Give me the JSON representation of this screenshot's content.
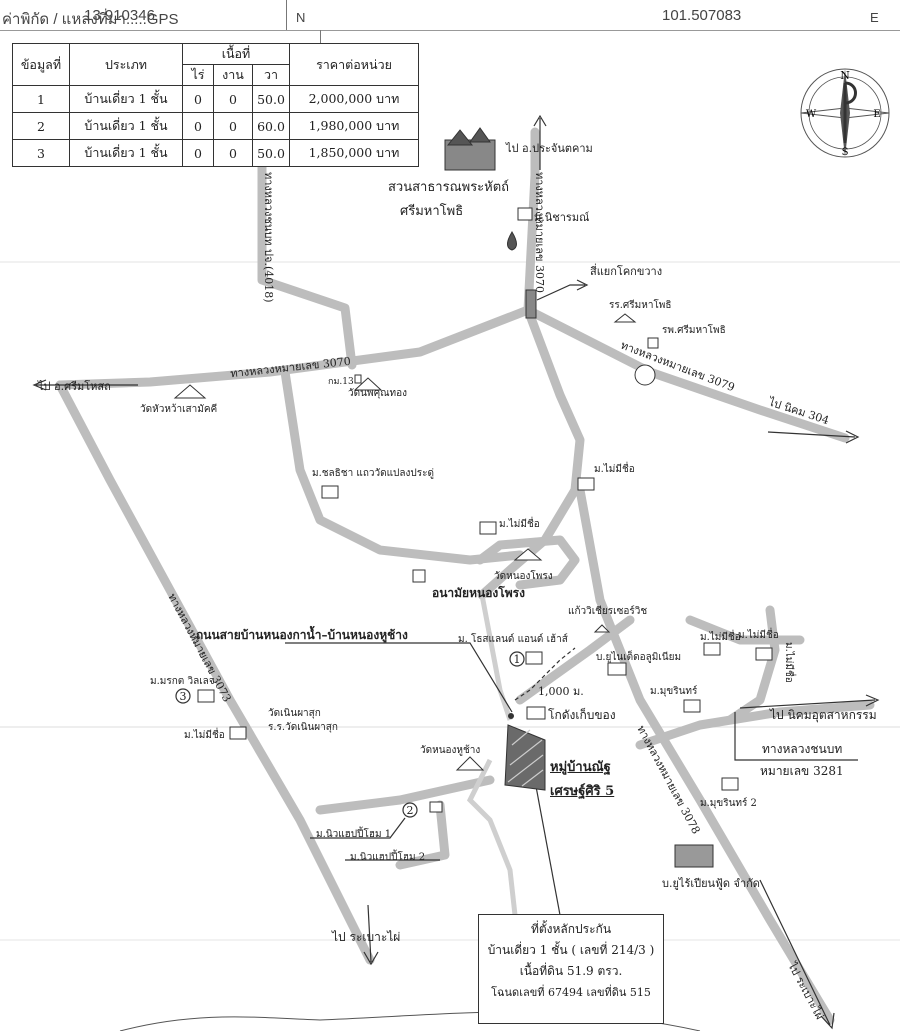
{
  "header": {
    "coord_label": "ค่าพิกัด / แหล่งที่มา.....GPS",
    "latitude": "13.910346",
    "lat_suffix": "N",
    "longitude": "101.507083",
    "lon_suffix": "E"
  },
  "table": {
    "headers": {
      "id": "ข้อมูลที่",
      "type": "ประเภท",
      "area": "เนื้อที่",
      "rai": "ไร่",
      "ngan": "งาน",
      "wa": "วา",
      "price": "ราคาต่อหน่วย"
    },
    "rows": [
      {
        "id": "1",
        "type": "บ้านเดี่ยว 1 ชั้น",
        "rai": "0",
        "ngan": "0",
        "wa": "50.0",
        "price": "2,000,000 บาท"
      },
      {
        "id": "2",
        "type": "บ้านเดี่ยว 1 ชั้น",
        "rai": "0",
        "ngan": "0",
        "wa": "60.0",
        "price": "1,980,000 บาท"
      },
      {
        "id": "3",
        "type": "บ้านเดี่ยว 1 ชั้น",
        "rai": "0",
        "ngan": "0",
        "wa": "50.0",
        "price": "1,850,000 บาท"
      }
    ]
  },
  "compass": {
    "n": "N",
    "s": "S",
    "e": "E",
    "w": "W"
  },
  "map": {
    "to_prachantakham": "ไป อ.ประจันตคาม",
    "park1": "สวนสาธารณพระหัตถ์",
    "park2": "ศรีมหาโพธิ",
    "hwy3070_vertical": "ทางหลวงหมายเลข 3070",
    "nitcharm": "ม.นิชารมณ์",
    "rural_road_4018": "ทางหลวงชนบท ปจ.(4018)",
    "junction": "สี่แยกโคกขวาง",
    "school_srimahaphot": "รร.ศรีมหาโพธิ",
    "hospital_srimahaphot": "รพ.ศรีมหาโพธิ",
    "hwy3079": "ทางหลวงหมายเลข 3079",
    "to_304": "ไป นิคม 304",
    "to_srimahosot": "ไป อ.ศรีมโหสถ",
    "hwy3070_horizontal": "ทางหลวงหมายเลข 3070",
    "km13": "กม.13",
    "wat_phonphutthong": "วัดนพคุณทอง",
    "wat_huawa": "วัดหัวหว้าเสามัคคี",
    "no_name_1": "ม.ไม่มีชื่อ",
    "cholthicha": "ม.ชลธิชา แถววัดแปลงประดู่",
    "no_name_2": "ม.ไม่มีชื่อ",
    "wat_nongphrong": "วัดหนองโพรง",
    "health_nongphrong": "อนามัยหนองโพรง",
    "road_nongkanam": "ถนนสายบ้านหนองกาน้ำ–บ้านหนองหูช้าง",
    "hwy3073": "ทางหลวงหมายเลข 3073",
    "kaew_wichian": "แก้ววิเชียรเซอร์วิช",
    "tobs_land": "ม. โธสแลนด์ แอนด์ เฮ้าส์",
    "aluminium": "บ.ยูไนเต็ดอลูมิเนียม",
    "distance": "1,000 ม.",
    "godown": "โกดังเก็บของ",
    "morakot": "ม.มรกต วิลเลจ",
    "wat_noen": "วัดเนินผาสุก",
    "school_noen": "ร.ร.วัดเนินผาสุก",
    "no_name_3": "ม.ไม่มีชื่อ",
    "wat_nonghuchang": "วัดหนองหูช้าง",
    "village_1": "หมู่บ้านณัฐ",
    "village_2": "เศรษฐ์ศิริ 5",
    "hwy3078": "ทางหลวงหมายเลข 3078",
    "no_name_4": "ม.ไม่มีชื่อ",
    "no_name_5": "ม.ไม่มีชื่อ",
    "no_name_6": "ม.ไม่มีชื่อ",
    "mukrin_1": "ม.มุขรินทร์",
    "mukrin_2": "ม.มุขรินทร์ 2",
    "to_industrial": "ไป นิคมอุตสาหกรรม",
    "rural_3281_1": "ทางหลวงชนบท",
    "rural_3281_2": "หมายเลข 3281",
    "newhappy_1": "ม.นิวแฮปปี้โฮม 1",
    "newhappy_2": "ม.นิวแฮปปี้โฮม 2",
    "uniphant": "บ.ยูไร้เปียนฟู้ด จำกัด",
    "to_rabaopai": "ไป ระเบาะไผ่",
    "to_rabaopai_2": "ไป ระเบาะไผ่",
    "marker1": "1",
    "marker2": "2",
    "marker3": "3"
  },
  "collateral": {
    "title": "ที่ตั้งหลักประกัน",
    "line1": "บ้านเดี่ยว 1 ชั้น ( เลขที่ 214/3 )",
    "line2": "เนื้อที่ดิน 51.9 ตรว.",
    "line3": "โฉนดเลขที่ 67494 เลขที่ดิน 515"
  }
}
